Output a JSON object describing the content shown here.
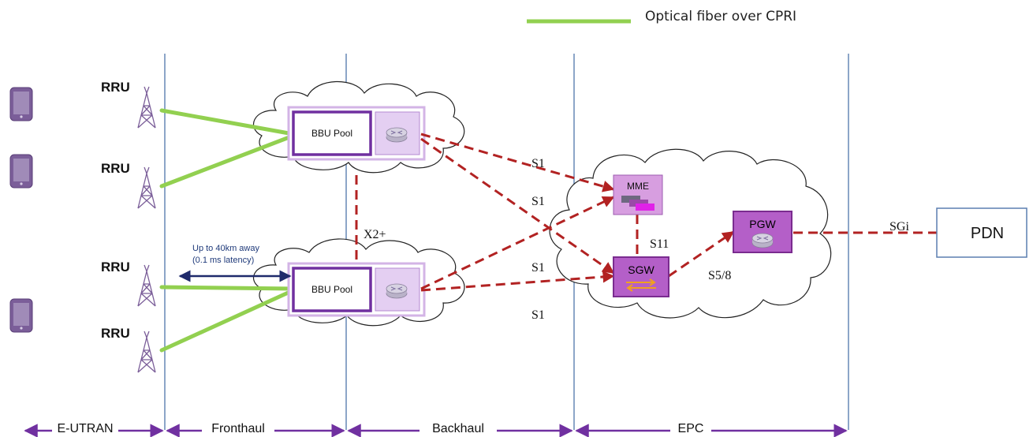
{
  "legend": {
    "label": "Optical fiber over CPRI",
    "color": "#92d050"
  },
  "rru_labels": [
    "RRU",
    "RRU",
    "RRU",
    "RRU"
  ],
  "bbu_pool_labels": [
    "BBU Pool",
    "BBU Pool"
  ],
  "fronthaul_note": {
    "line1": "Up to 40km away",
    "line2": "(0.1 ms latency)"
  },
  "interfaces": {
    "x2": "X2+",
    "s1_a": "S1",
    "s1_b": "S1",
    "s1_c": "S1",
    "s1_d": "S1",
    "s11": "S11",
    "s5_8": "S5/8",
    "sgi": "SGi"
  },
  "nodes": {
    "mme": "MME",
    "sgw": "SGW",
    "pgw": "PGW",
    "pdn": "PDN"
  },
  "sections": [
    "E-UTRAN",
    "Fronthaul",
    "Backhaul",
    "EPC"
  ],
  "colors": {
    "fiber": "#92d050",
    "dashed_link": "#b22222",
    "divider": "#5b7fb0",
    "section_arrow": "#7030a0",
    "node_fill": "#b45fc8",
    "node_border": "#7a2c8f",
    "bbu_border": "#7030a0",
    "phone": "#7b5e99"
  }
}
